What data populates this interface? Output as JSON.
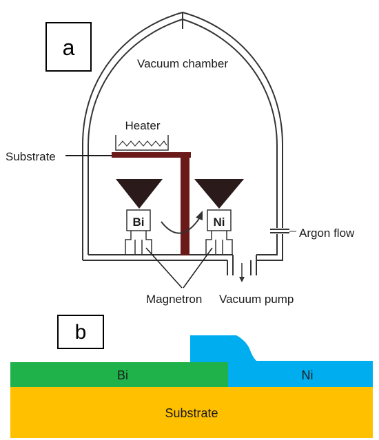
{
  "panel_a": {
    "letter": "a",
    "labels": {
      "vacuum_chamber": "Vacuum chamber",
      "heater": "Heater",
      "substrate": "Substrate",
      "bi_target": "Bi",
      "ni_target": "Ni",
      "argon_flow": "Argon flow",
      "magnetron": "Magnetron",
      "vacuum_pump": "Vacuum pump"
    }
  },
  "panel_b": {
    "letter": "b",
    "labels": {
      "bi_layer": "Bi",
      "ni_layer": "Ni",
      "substrate_layer": "Substrate"
    },
    "colors": {
      "bi_layer": "#1fb24a",
      "ni_layer": "#00aeef",
      "substrate_layer": "#ffc000"
    }
  },
  "colors": {
    "holder": "#6b1a1a",
    "target": "#2a1a1a",
    "outline": "#333333"
  }
}
